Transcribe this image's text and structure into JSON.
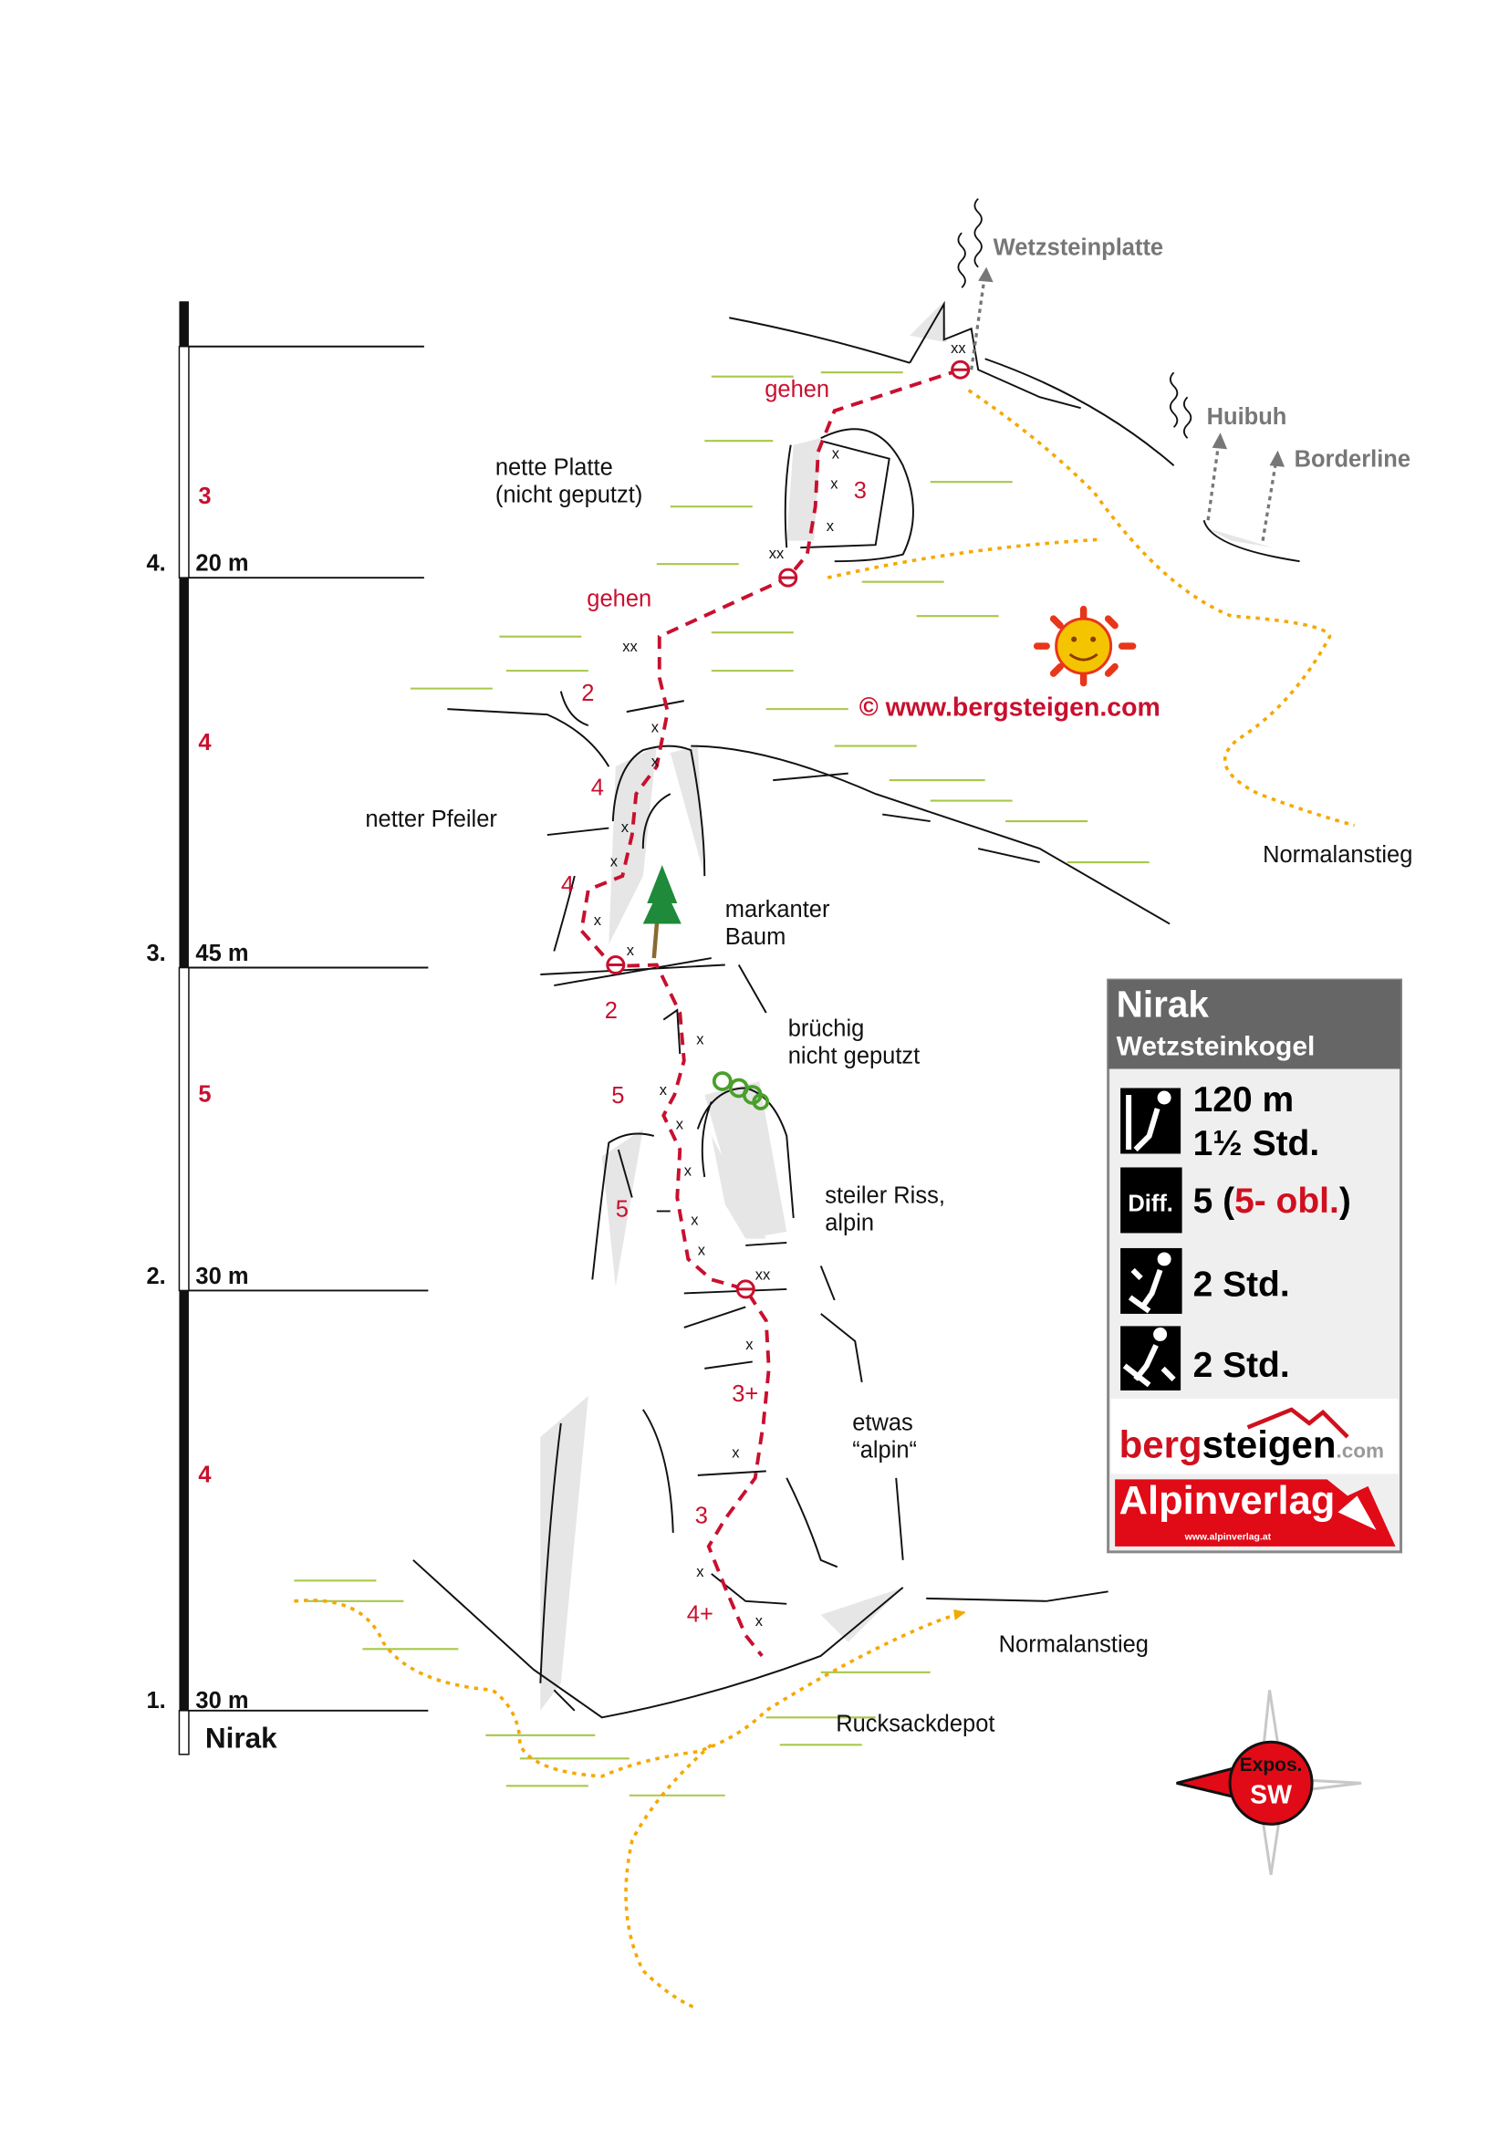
{
  "title": "Nirak",
  "subtitle": "Wetzsteinkogel",
  "info": {
    "length": "120 m",
    "time": "1½ Std.",
    "diff_icon": "Diff.",
    "diff_main": "5 (",
    "diff_obl": "5- obl.",
    "diff_close": ")",
    "approach": "2 Std.",
    "descent": "2 Std.",
    "logo1_a": "berg",
    "logo1_b": "steigen",
    "logo1_c": ".com",
    "logo2": "Alpinverlag",
    "logo2_url": "www.alpinverlag.at"
  },
  "compass": {
    "label": "Expos.",
    "direction": "SW"
  },
  "copyright": "©  www.bergsteigen.com",
  "scale": [
    {
      "pitch": "1.",
      "length": "30 m",
      "grade": "4"
    },
    {
      "pitch": "2.",
      "length": "30 m",
      "grade": "5"
    },
    {
      "pitch": "3.",
      "length": "45 m",
      "grade": "4"
    },
    {
      "pitch": "4.",
      "length": "20 m",
      "grade": "3"
    }
  ],
  "route_name": "Nirak",
  "labels": {
    "wetzsteinplatte": "Wetzsteinplatte",
    "huibuh": "Huibuh",
    "borderline": "Borderline",
    "nette_platte_1": "nette Platte",
    "nette_platte_2": "(nicht geputzt)",
    "gehen1": "gehen",
    "gehen2": "gehen",
    "netter_pfeiler": "netter Pfeiler",
    "markanter_1": "markanter",
    "markanter_2": "Baum",
    "bruechig_1": "brüchig",
    "bruechig_2": "nicht geputzt",
    "riss_1": "steiler Riss,",
    "riss_2": "alpin",
    "etwas_1": "etwas",
    "etwas_2": "“alpin“",
    "normalanstieg_top": "Normalanstieg",
    "normalanstieg_bottom": "Normalanstieg",
    "rucksackdepot": "Rucksackdepot"
  },
  "grades": [
    "3",
    "2",
    "4",
    "4",
    "2",
    "5",
    "5",
    "3+",
    "3",
    "4+"
  ],
  "colors": {
    "red": "#c8102e",
    "gray": "#666666",
    "path": "#f5a800"
  }
}
